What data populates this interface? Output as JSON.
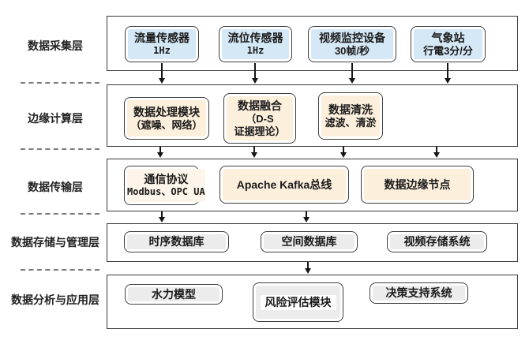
{
  "layers": [
    {
      "label": "数据采集层",
      "boxes": [
        {
          "lines": [
            "流量传感器",
            "1Hz"
          ]
        },
        {
          "lines": [
            "流位传感器",
            "1Hz"
          ]
        },
        {
          "lines": [
            "视频监控设备",
            "30帧/秒"
          ]
        },
        {
          "lines": [
            "气象站",
            "行電3分/分"
          ]
        }
      ]
    },
    {
      "label": "边缘计算层",
      "boxes": [
        {
          "lines": [
            "数据处理模块",
            "（遮噪、网络）"
          ]
        },
        {
          "lines": [
            "数据融合",
            "（D-S",
            "证据理论）"
          ]
        },
        {
          "lines": [
            "数据清洗",
            "滤波、清淤"
          ]
        }
      ]
    },
    {
      "label": "数据传输层",
      "boxes": [
        {
          "lines": [
            "通信协议",
            "Modbus、OPC UA"
          ]
        },
        {
          "lines": [
            "Apache Kafka总线"
          ]
        },
        {
          "lines": [
            "数据边缘节点"
          ]
        }
      ]
    },
    {
      "label": "数据存储与管理层",
      "boxes": [
        {
          "lines": [
            "时序数据库"
          ]
        },
        {
          "lines": [
            "空间数据库"
          ]
        },
        {
          "lines": [
            "视频存储系统"
          ]
        }
      ]
    },
    {
      "label": "数据分析与应用层",
      "boxes": [
        {
          "lines": [
            "水力模型"
          ]
        },
        {
          "lines": [
            "风险评估模块"
          ]
        },
        {
          "lines": [
            "决策支持系统"
          ]
        }
      ]
    }
  ],
  "colors": {
    "sensor_fill": "#d5e8f6",
    "edge_fill": "#fcefdc",
    "storage_fill": "#ececec",
    "box_border": "#3f3f3f",
    "layer_border": "#3a3a3a",
    "divider": "#7c7c7c",
    "arrow": "#151515"
  }
}
